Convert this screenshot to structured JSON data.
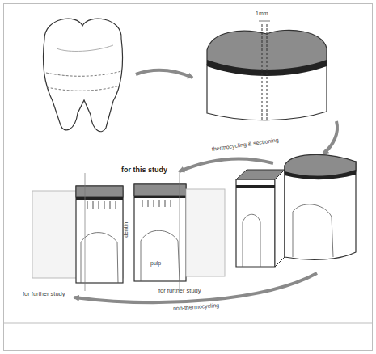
{
  "diagram": {
    "labels": [
      "1mm",
      "thermocycling & sectioning",
      "for this study",
      "for further study",
      "for further study",
      "non-thermocycling",
      "dentin",
      "pulp"
    ]
  }
}
